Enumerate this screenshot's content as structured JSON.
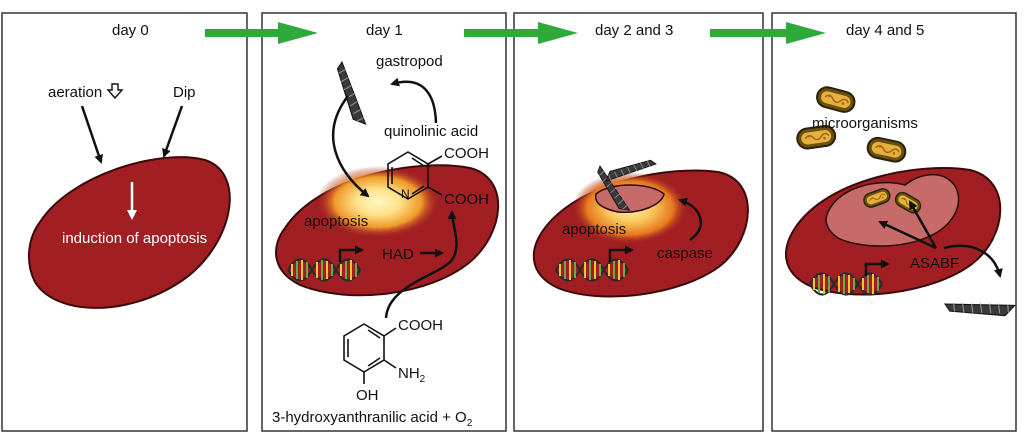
{
  "panels": {
    "p0": {
      "day": "day 0",
      "aeration": "aeration",
      "dip": "Dip",
      "induction": "induction of apoptosis"
    },
    "p1": {
      "day": "day 1",
      "gastropod": "gastropod",
      "quinolinic_acid": "quinolinic acid",
      "cooh_top": "COOH",
      "cooh_ring": "COOH",
      "apoptosis": "apoptosis",
      "had": "HAD",
      "cooh_bottom": "COOH",
      "nh2": "NH",
      "nh2_sub": "2",
      "oh": "OH",
      "compound": "3-hydroxyanthranilic acid + O",
      "compound_sub": "2"
    },
    "p2": {
      "day": "day 2 and 3",
      "apoptosis": "apoptosis",
      "caspase": "caspase"
    },
    "p3": {
      "day": "day 4 and 5",
      "microorganisms": "microorganisms",
      "asabf": "ASABF"
    }
  },
  "colors": {
    "egg": "#a11f22",
    "progress_arrow": "#2eaa3a",
    "glow_core": "#fff2b0",
    "glow_mid": "#f3a325"
  },
  "icons": [
    "progress-arrow",
    "dna-helix-icon",
    "gastropod-icon",
    "bacterium-icon",
    "hollow-down-arrow-icon"
  ]
}
